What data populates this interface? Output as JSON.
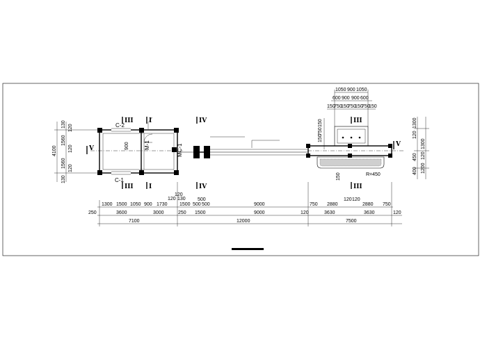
{
  "section_marks": {
    "left_house_top_a": "III",
    "left_house_top_b": "I",
    "left_house_bottom_a": "III",
    "left_house_bottom_b": "I",
    "gate_top": "IV",
    "gate_bottom": "IV",
    "right_house_top": "III",
    "right_house_bottom": "III",
    "left_v": "V",
    "right_v": "V"
  },
  "labels": {
    "window_top": "C-2",
    "window_bottom": "C-1",
    "door_small": "M-1",
    "door_gate": "MC-1",
    "span_text": "900",
    "radius": "R=450"
  },
  "left_vertical_dims": [
    "130",
    "120",
    "1560",
    "120",
    "1560",
    "120",
    "130"
  ],
  "left_vertical_total": "4100",
  "top_right_dims_row1": [
    "1050",
    "900",
    "1050"
  ],
  "top_right_dims_row2": [
    "600",
    "900",
    "900",
    "600"
  ],
  "top_right_dims_row3": [
    "150",
    "750",
    "150",
    "750",
    "150",
    "750",
    "150"
  ],
  "right_side_dims": [
    "150",
    "750",
    "150",
    "750",
    "150"
  ],
  "right_side_dims_b": [
    "1300",
    "120",
    "1300",
    "450",
    "120",
    "1200",
    "400"
  ],
  "bottom_row1": [
    "1300",
    "1500",
    "1050",
    "900",
    "1730",
    "120",
    "120",
    "130",
    "1500",
    "500",
    "500",
    "9000",
    "750",
    "2880",
    "120",
    "120",
    "2880",
    "750"
  ],
  "bottom_row1_extra": [
    "500"
  ],
  "bottom_row2": [
    "250",
    "3600",
    "3000",
    "250",
    "1500",
    "9000",
    "120",
    "3630",
    "3630",
    "120"
  ],
  "bottom_row3": [
    "7100",
    "12000",
    "7500"
  ],
  "small_dims": [
    "150",
    "750",
    "150",
    "150"
  ]
}
